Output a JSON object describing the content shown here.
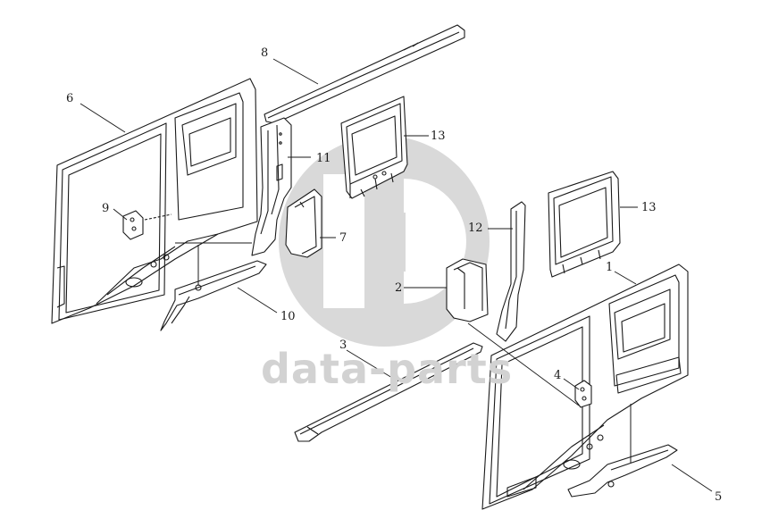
{
  "watermark": {
    "text": "data-parts",
    "color": "#d6d6d6"
  },
  "callouts": {
    "c1": "1",
    "c2": "2",
    "c3": "3",
    "c4": "4",
    "c5": "5",
    "c6": "6",
    "c7": "7",
    "c8": "8",
    "c9": "9",
    "c10": "10",
    "c11": "11",
    "c12": "12",
    "c13a": "13",
    "c13b": "13"
  },
  "colors": {
    "line": "#1a1a1a",
    "part_fill": "#ffffff"
  }
}
